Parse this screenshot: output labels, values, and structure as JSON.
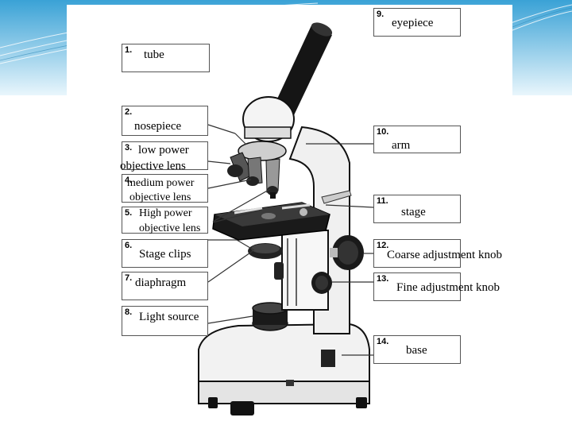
{
  "labels": [
    {
      "num": "9.",
      "text": "eyepiece"
    },
    {
      "num": "1.",
      "text": "tube"
    },
    {
      "num": "2.",
      "text": "nosepiece"
    },
    {
      "num": "3.",
      "text": "low power",
      "text2": "objective lens"
    },
    {
      "num": "4.",
      "text": "medium power",
      "text2": "objective lens"
    },
    {
      "num": "5.",
      "text": "High power",
      "text2": "objective lens"
    },
    {
      "num": "6.",
      "text": "Stage clips"
    },
    {
      "num": "7.",
      "text": "diaphragm"
    },
    {
      "num": "8.",
      "text": "Light source"
    },
    {
      "num": "10.",
      "text": "arm"
    },
    {
      "num": "11.",
      "text": "stage"
    },
    {
      "num": "12.",
      "text": "Coarse adjustment knob"
    },
    {
      "num": "13.",
      "text": "Fine adjustment knob"
    },
    {
      "num": "14.",
      "text": "base"
    }
  ],
  "colors": {
    "label_border": "#555555",
    "background_accent": "#5ab3dd",
    "microscope_black": "#111111",
    "microscope_white": "#f2f2f2"
  }
}
